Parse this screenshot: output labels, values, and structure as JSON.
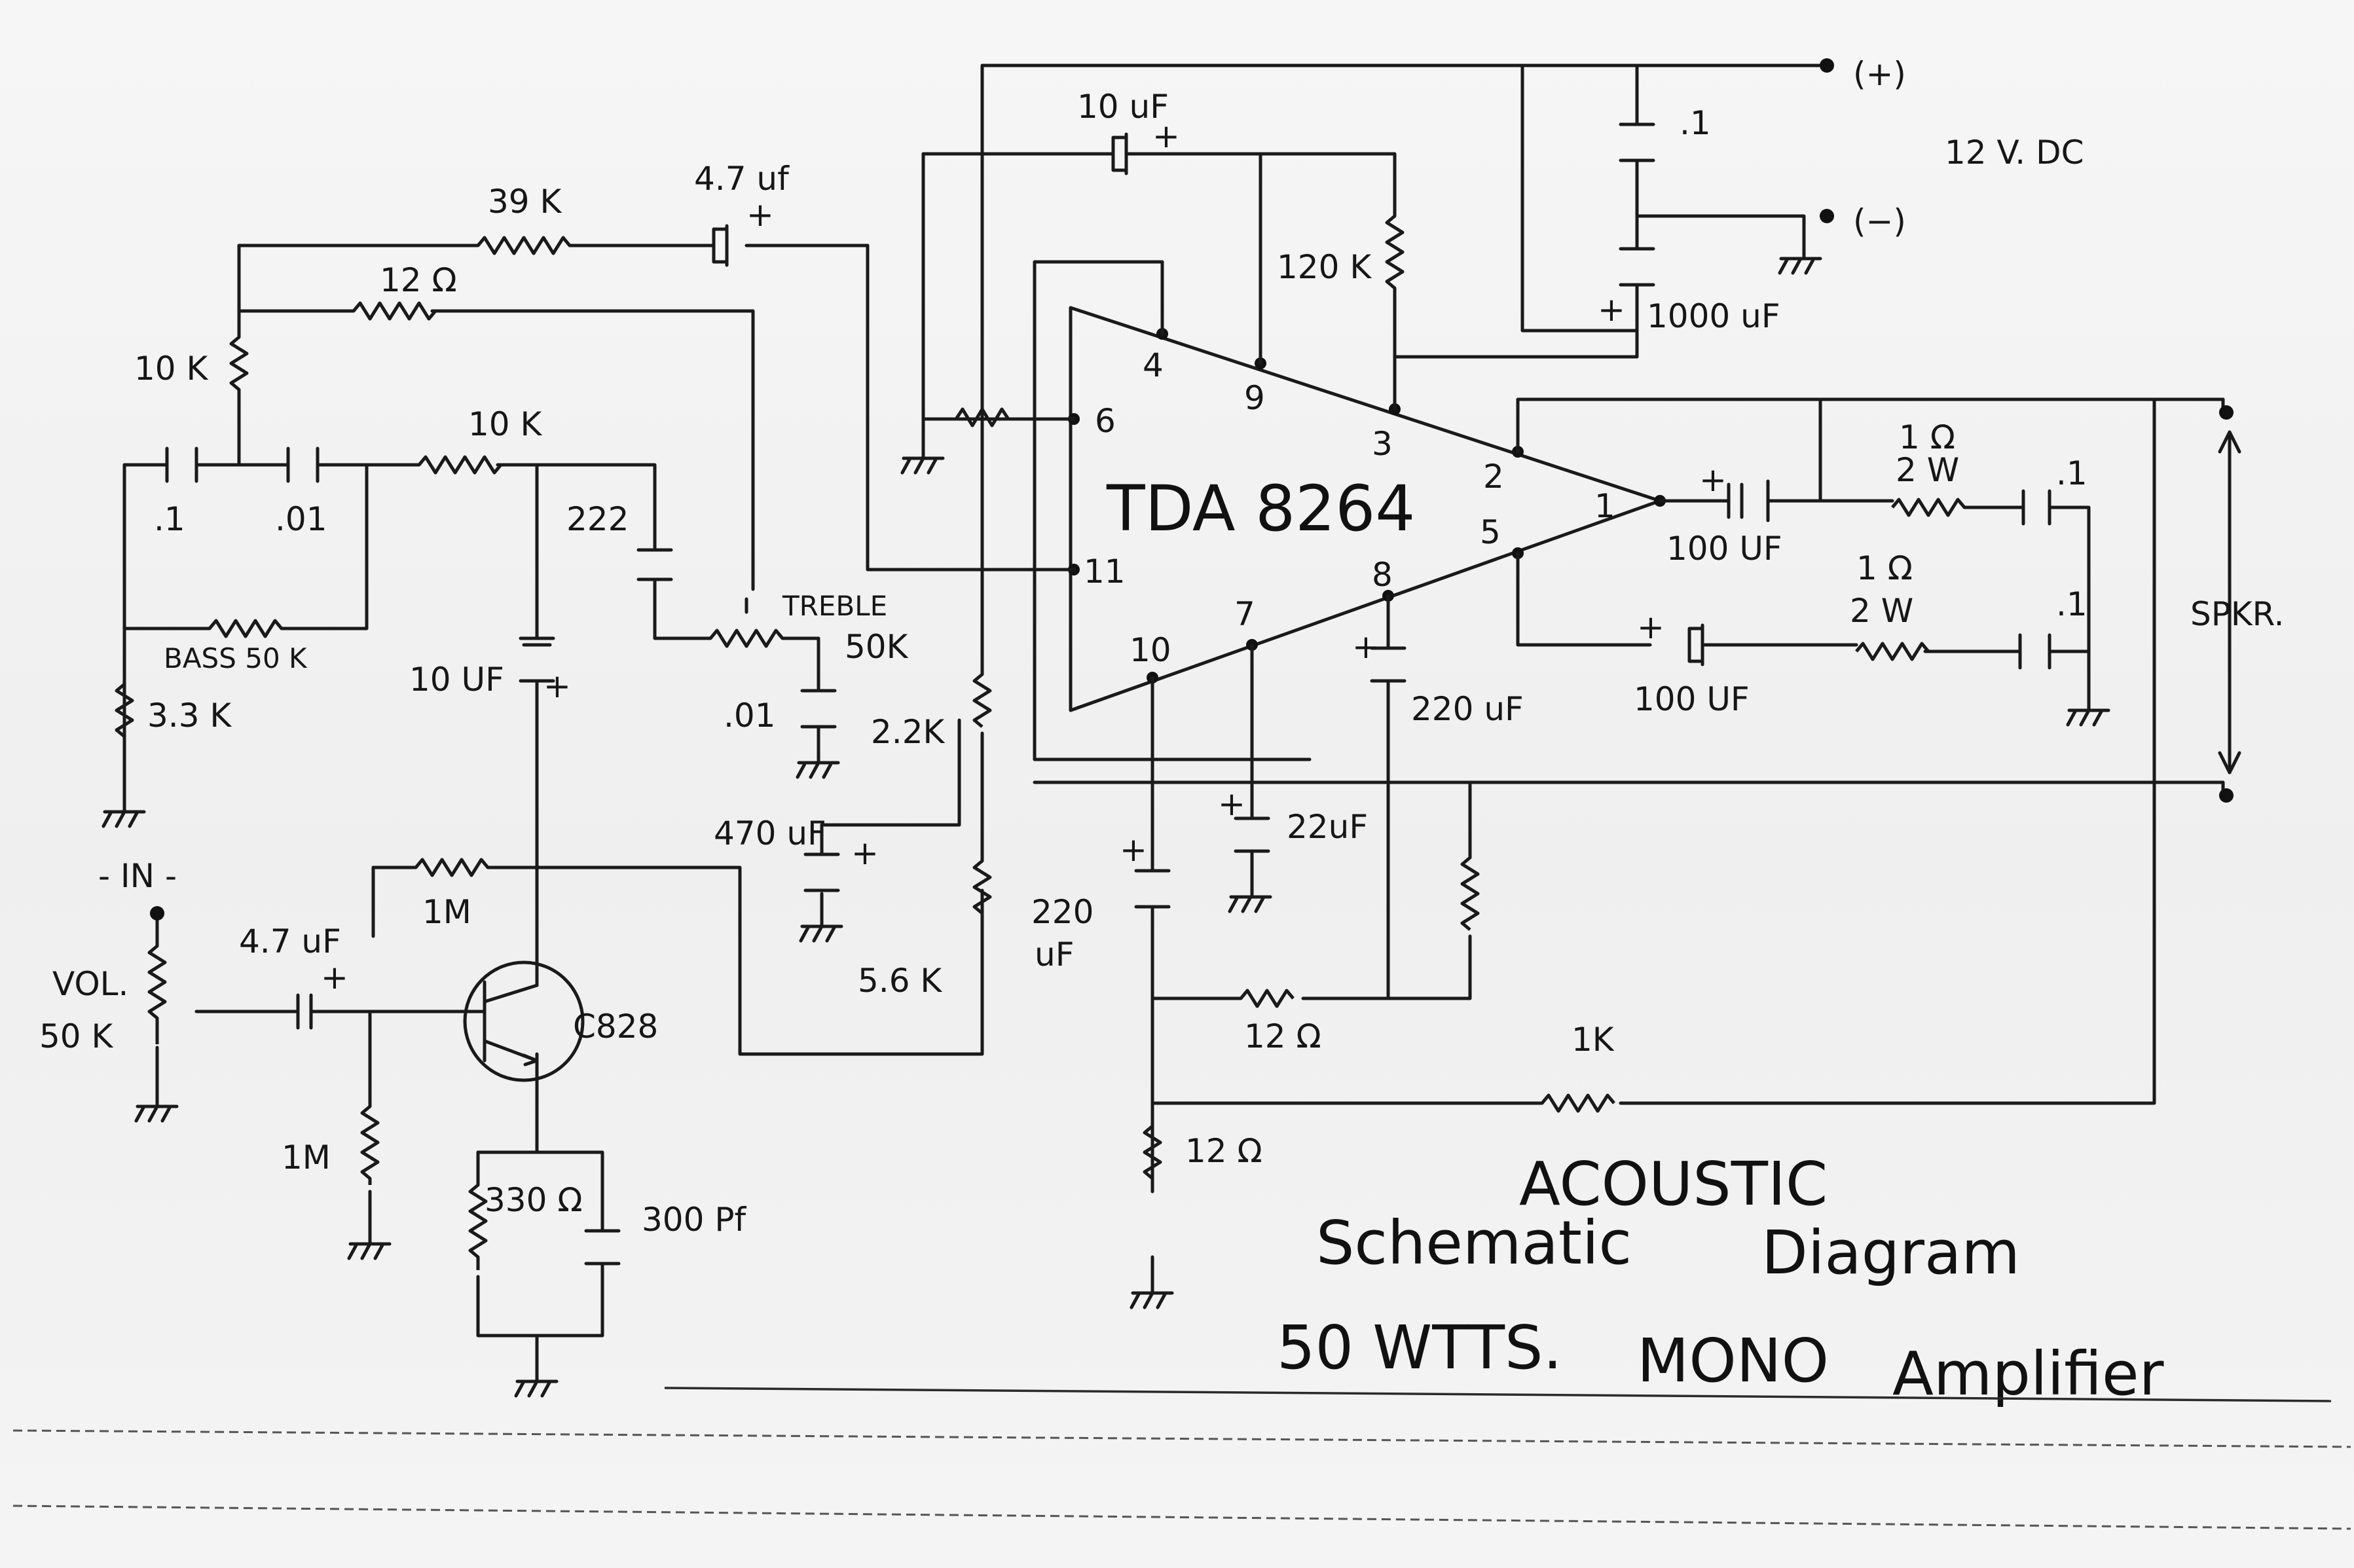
{
  "ic": {
    "name": "TDA 8264",
    "pins": [
      "4",
      "9",
      "3",
      "2",
      "1",
      "6",
      "11",
      "5",
      "8",
      "7",
      "10"
    ]
  },
  "power": {
    "plus": "(+)",
    "minus": "(−)",
    "supply": "12 V. DC"
  },
  "labels": {
    "r39k": "39 K",
    "c47top": "4.7 uf",
    "r12top": "12 Ω",
    "r10k_left": "10 K",
    "r10k_mid": "10 K",
    "c01a": ".1",
    "c01b": ".01",
    "c222": "222",
    "bass": "BASS 50 K",
    "treble": "TREBLE",
    "treble_val": "50K",
    "r33k": "3.3 K",
    "c10uf_mid": "10 UF",
    "c01c": ".01",
    "r22k": "2.2K",
    "c470": "470 uF",
    "r56k": "5.6 K",
    "in": "- IN -",
    "vol": "VOL.",
    "vol_val": "50 K",
    "c47in": "4.7 uF",
    "r1m_top": "1M",
    "r1m_bot": "1M",
    "transistor": "C828",
    "r330": "330 Ω",
    "c300": "300 Pf",
    "c10uf_top": "10 uF",
    "r120k": "120 K",
    "c01_pwr": ".1",
    "c1000": "1000 uF",
    "c100a": "100 UF",
    "c100b": "100 UF",
    "r1ohm_a": "1 Ω",
    "w2a": "2 W",
    "r1ohm_b": "1 Ω",
    "w2b": "2 W",
    "c01_outa": ".1",
    "c01_outb": ".1",
    "spkr": "SPKR.",
    "c220a": "220 uF",
    "c22uf": "22uF",
    "c220b": "220",
    "c220b_unit": "uF",
    "r12a": "12 Ω",
    "r1k": "1K",
    "r12b": "12 Ω",
    "plus_sign": "+"
  },
  "title": {
    "line1": "ACOUSTIC",
    "line2a": "Schematic",
    "line2b": "Diagram",
    "line3a": "50 WTTS.",
    "line3b": "MONO",
    "line3c": "Amplifier"
  }
}
